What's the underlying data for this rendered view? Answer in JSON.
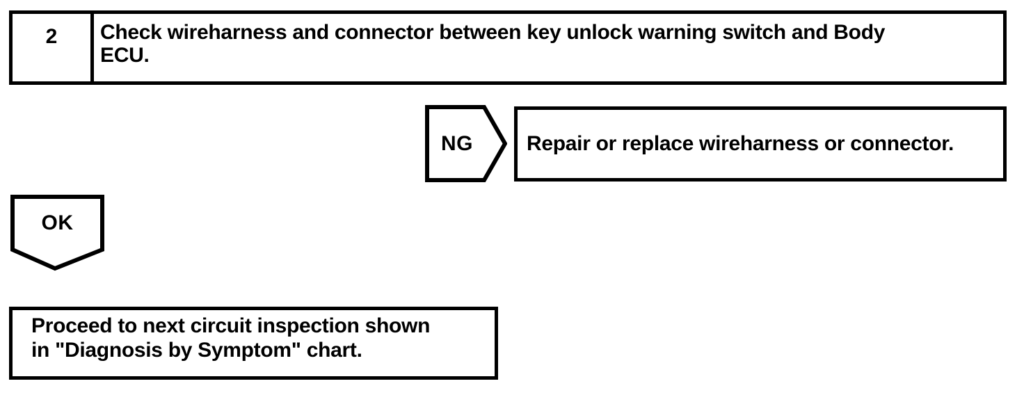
{
  "page": {
    "background_color": "#ffffff",
    "ink_color": "#000000"
  },
  "flowchart": {
    "step": {
      "number": "2",
      "instruction": "Check wireharness and connector between key unlock warning switch and Body ECU.",
      "lines": [
        "Check wireharness and connector between key unlock warning switch and Body",
        "ECU."
      ]
    },
    "ng_branch": {
      "label": "NG",
      "action": "Repair or replace wireharness or connector."
    },
    "ok_branch": {
      "label": "OK",
      "result": "Proceed to next circuit inspection shown in \"Diagnosis by Symptom\" chart.",
      "lines": [
        "Proceed to next circuit inspection shown",
        "in \"Diagnosis by Symptom\" chart."
      ]
    }
  }
}
